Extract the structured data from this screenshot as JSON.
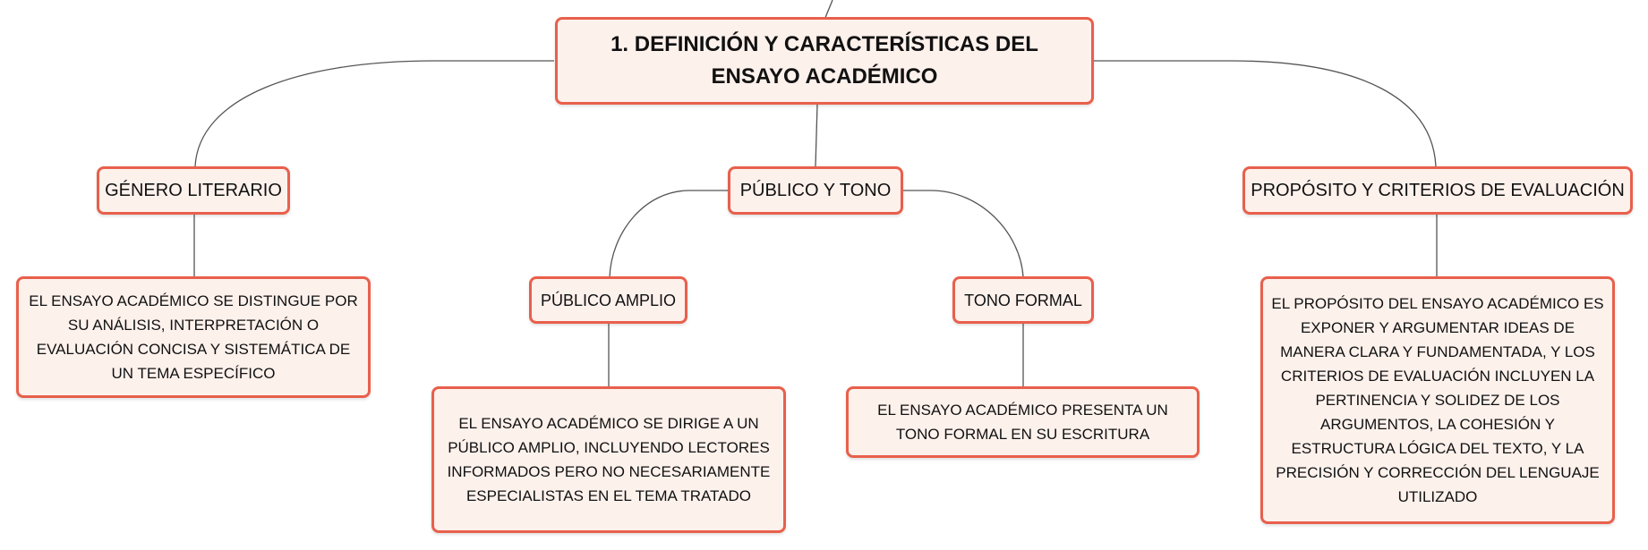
{
  "diagram": {
    "colors": {
      "border": "#e8604c",
      "fill": "#fdf1ec",
      "line": "#555555",
      "text": "#111111"
    },
    "root": {
      "label": "1. DEFINICIÓN Y CARACTERÍSTICAS DEL ENSAYO ACADÉMICO"
    },
    "branches": [
      {
        "label": "GÉNERO LITERARIO",
        "detail": "EL ENSAYO ACADÉMICO SE DISTINGUE POR SU ANÁLISIS, INTERPRETACIÓN O EVALUACIÓN CONCISA Y SISTEMÁTICA DE UN TEMA ESPECÍFICO"
      },
      {
        "label": "PÚBLICO Y TONO",
        "children": [
          {
            "label": "PÚBLICO AMPLIO",
            "detail": "EL ENSAYO ACADÉMICO SE DIRIGE A UN PÚBLICO AMPLIO, INCLUYENDO LECTORES INFORMADOS PERO NO NECESARIAMENTE ESPECIALISTAS EN EL TEMA TRATADO"
          },
          {
            "label": "TONO FORMAL",
            "detail": "EL ENSAYO ACADÉMICO PRESENTA UN TONO FORMAL EN SU ESCRITURA"
          }
        ]
      },
      {
        "label": "PROPÓSITO Y CRITERIOS DE EVALUACIÓN",
        "detail": "EL PROPÓSITO DEL ENSAYO ACADÉMICO ES EXPONER Y ARGUMENTAR IDEAS DE MANERA CLARA Y FUNDAMENTADA, Y LOS CRITERIOS DE EVALUACIÓN INCLUYEN LA PERTINENCIA Y SOLIDEZ DE LOS ARGUMENTOS, LA COHESIÓN Y ESTRUCTURA LÓGICA DEL TEXTO, Y LA PRECISIÓN Y CORRECCIÓN DEL LENGUAJE UTILIZADO"
      }
    ]
  }
}
